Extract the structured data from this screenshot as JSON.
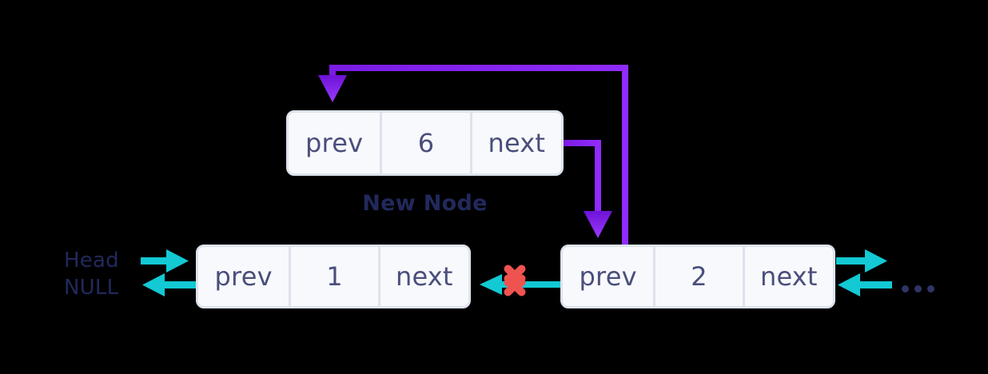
{
  "diagram": {
    "title_caption": "New Node",
    "nodes": [
      {
        "id": "new-node",
        "value": "6",
        "prev_label": "prev",
        "next_label": "next",
        "caption": "New Node"
      },
      {
        "id": "node-one",
        "value": "1",
        "prev_label": "prev",
        "next_label": "next"
      },
      {
        "id": "node-two",
        "value": "2",
        "prev_label": "prev",
        "next_label": "next"
      }
    ],
    "labels": {
      "head": "Head",
      "null": "NULL",
      "ellipsis": "..."
    },
    "markers": {
      "broken_link": "x-mark"
    },
    "colors": {
      "node_fill": "#f8f9fc",
      "node_border": "#dde3ec",
      "node_text": "#4a4e7c",
      "caption_text": "#21295c",
      "teal_arrow": "#12c9d4",
      "purple_arrow": "#8a26f0",
      "purple_arrow_dark": "#6d12d6",
      "broken_link_red": "#ef5350",
      "background": "#000000"
    }
  }
}
